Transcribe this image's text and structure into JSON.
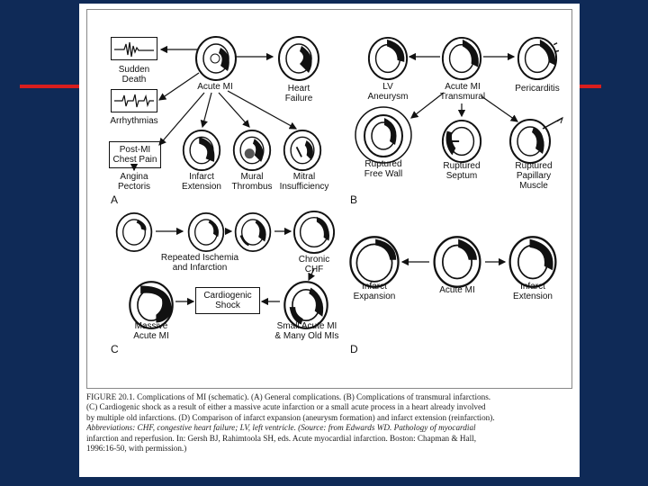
{
  "panel_a": {
    "letter": "A",
    "sudden_death": "Sudden\nDeath",
    "acute_mi": "Acute MI",
    "heart_failure": "Heart\nFailure",
    "arrhythmias": "Arrhythmias",
    "post_mi_chest_pain": "Post-MI\nChest Pain",
    "angina": "Angina\nPectoris",
    "infarct_extension": "Infarct\nExtension",
    "mural_thrombus": "Mural\nThrombus",
    "mitral_insufficiency": "Mitral\nInsufficiency"
  },
  "panel_b": {
    "letter": "B",
    "lv_aneurysm": "LV\nAneurysm",
    "acute_mi_transmural": "Acute MI\nTransmural",
    "pericarditis": "Pericarditis",
    "ruptured_free_wall": "Ruptured\nFree Wall",
    "ruptured_septum": "Ruptured\nSeptum",
    "ruptured_papillary": "Ruptured\nPapillary\nMuscle"
  },
  "panel_c": {
    "letter": "C",
    "repeated_ischemia": "Repeated Ischemia\nand Infarction",
    "chronic_chf": "Chronic\nCHF",
    "cardiogenic_shock": "Cardiogenic\nShock",
    "massive_acute_mi": "Massive\nAcute MI",
    "small_acute_mi": "Small Acute MI\n& Many Old MIs"
  },
  "panel_d": {
    "letter": "D",
    "infarct_expansion": "Infarct\nExpansion",
    "acute_mi": "Acute MI",
    "infarct_extension": "Infarct\nExtension"
  },
  "caption": {
    "line1": "FIGURE 20.1. Complications of MI (schematic). (A) General complications. (B) Complications of transmural infarctions.",
    "line2": "(C) Cardiogenic shock as a result of either a massive acute infarction or a small acute process in a heart already involved",
    "line3": "by multiple old infarctions. (D) Comparison of infarct expansion (aneurysm formation) and infarct extension (reinfarction).",
    "line4": "Abbreviations: CHF, congestive heart failure; LV, left ventricle. (Source: from Edwards WD. Pathology of myocardial",
    "line5": "infarction and reperfusion. In: Gersh BJ, Rahimtoola SH, eds. Acute myocardial infarction. Boston: Chapman & Hall,",
    "line6": "1996:16-50, with permission.)"
  }
}
